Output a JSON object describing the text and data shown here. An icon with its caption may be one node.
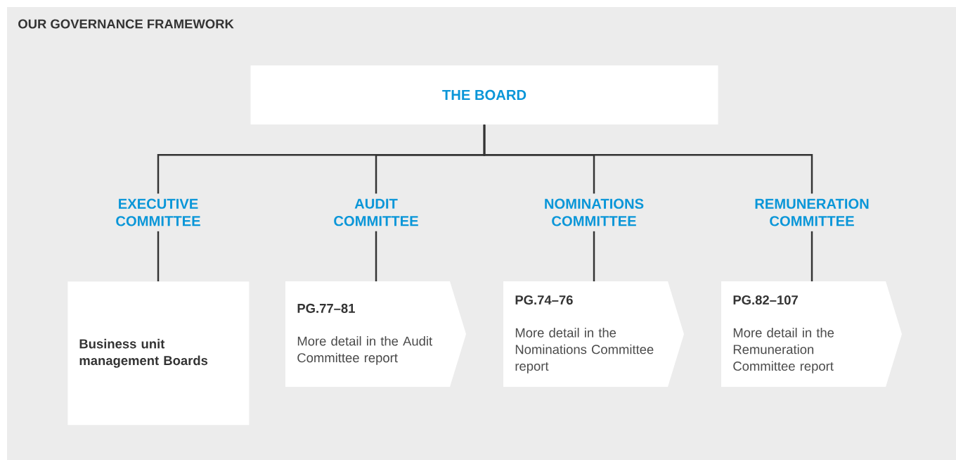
{
  "diagram": {
    "title": "OUR GOVERNANCE FRAMEWORK",
    "nodes": [
      {
        "text": [
          "THE BOARD"
        ]
      },
      {
        "text": [
          "EXECUTIVE COMMITTEE"
        ]
      },
      {
        "text": [
          "AUDIT COMMITTEE"
        ]
      },
      {
        "text": [
          "NOMINATIONS COMMITTEE"
        ]
      },
      {
        "text": [
          "REMUNERATION COMMITTEE"
        ]
      },
      {
        "text": [
          "Business unit management Boards"
        ]
      },
      {
        "text": [
          "PG.77–81",
          "More detail in the Audit Committee report"
        ]
      },
      {
        "text": [
          "PG.74–76",
          "More detail in the Nominations Committee report"
        ]
      },
      {
        "text": [
          "PG.82–107",
          "More detail in the Remuneration Committee report"
        ]
      }
    ],
    "edges": [
      {
        "from": 0,
        "to": 1,
        "arrow": "none"
      },
      {
        "from": 0,
        "to": 2,
        "arrow": "none"
      },
      {
        "from": 0,
        "to": 3,
        "arrow": "none"
      },
      {
        "from": 0,
        "to": 4,
        "arrow": "none"
      },
      {
        "from": 1,
        "to": 5,
        "arrow": "none"
      },
      {
        "from": 2,
        "to": 6,
        "arrow": "none"
      },
      {
        "from": 3,
        "to": 7,
        "arrow": "none"
      },
      {
        "from": 4,
        "to": 8,
        "arrow": "none"
      }
    ]
  }
}
